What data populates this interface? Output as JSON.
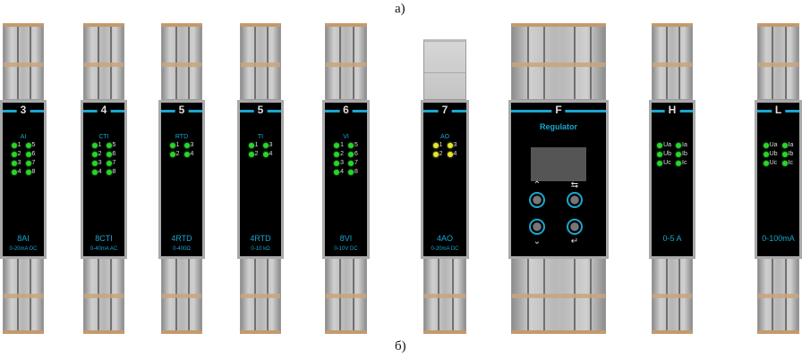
{
  "captions": {
    "top": "а)",
    "bottom": "б)"
  },
  "colors": {
    "panel": "#000000",
    "accent": "#1aa6cf",
    "led_green": "#2bd32b",
    "led_yellow": "#e6e62a"
  },
  "modules": [
    {
      "id": "3",
      "group": "AI",
      "left": [
        "1",
        "2",
        "3",
        "4"
      ],
      "right": [
        "5",
        "6",
        "7",
        "8"
      ],
      "type": "8AI",
      "range": "0-20mA DC",
      "led": "green"
    },
    {
      "id": "4",
      "group": "CTI",
      "left": [
        "1",
        "2",
        "3",
        "4"
      ],
      "right": [
        "5",
        "6",
        "7",
        "8"
      ],
      "type": "8CTI",
      "range": "0-40mA AC",
      "led": "green"
    },
    {
      "id": "5",
      "group": "RTD",
      "left": [
        "1",
        "2"
      ],
      "right": [
        "3",
        "4"
      ],
      "type": "4RTD",
      "range": "0-400Ω",
      "led": "green"
    },
    {
      "id": "5",
      "group": "TI",
      "left": [
        "1",
        "2"
      ],
      "right": [
        "3",
        "4"
      ],
      "type": "4RTD",
      "range": "0-10 kΩ",
      "led": "green"
    },
    {
      "id": "6",
      "group": "VI",
      "left": [
        "1",
        "2",
        "3",
        "4"
      ],
      "right": [
        "5",
        "6",
        "7",
        "8"
      ],
      "type": "8VI",
      "range": "0-10V DC",
      "led": "green"
    },
    {
      "id": "7",
      "group": "AO",
      "left": [
        "1",
        "2"
      ],
      "right": [
        "3",
        "4"
      ],
      "type": "4AO",
      "range": "0-20mA DC",
      "led": "yellow"
    },
    {
      "id": "F",
      "title": "Regulator",
      "buttons": [
        "up",
        "escape",
        "down",
        "enter"
      ]
    },
    {
      "id": "H",
      "group": "",
      "left": [
        "Ua",
        "Ub",
        "Uc"
      ],
      "right": [
        "Ia",
        "Ib",
        "Ic"
      ],
      "type": "0-5 A",
      "range": "",
      "led": "green"
    },
    {
      "id": "L",
      "group": "",
      "left": [
        "Ua",
        "Ub",
        "Uc"
      ],
      "right": [
        "Ia",
        "Ib",
        "Ic"
      ],
      "type": "0-100mA",
      "range": "",
      "led": "green"
    }
  ]
}
